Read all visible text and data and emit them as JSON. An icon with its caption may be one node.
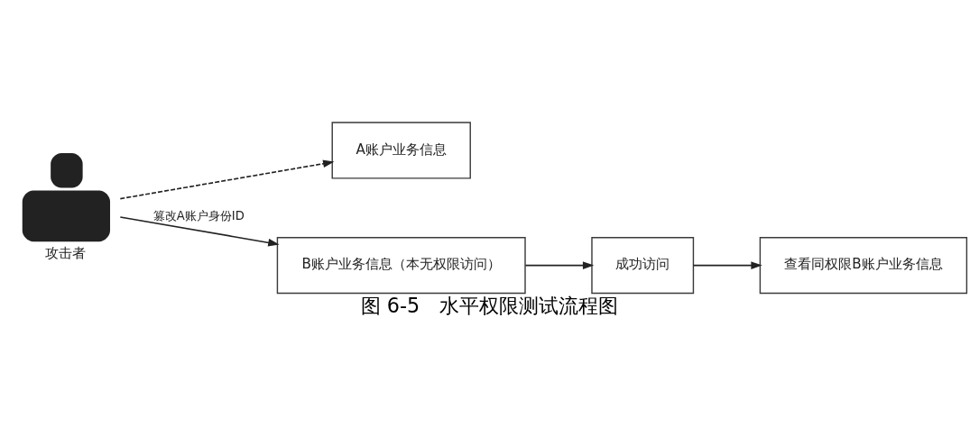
{
  "diagram": {
    "caption": "图 6-5　水平权限测试流程图",
    "nodes": [
      {
        "text": [],
        "shape": "person",
        "beside": [
          "攻击者"
        ]
      },
      {
        "text": [
          "A账户业务信息"
        ]
      },
      {
        "text": [
          "B账户业务信息（本无权限访问）"
        ]
      },
      {
        "text": [
          "成功访问"
        ]
      },
      {
        "text": [
          "查看同权限B账户业务信息"
        ]
      }
    ],
    "edges": [
      {
        "from": 0,
        "to": 1,
        "arrow": "to",
        "style": "dashed"
      },
      {
        "from": 0,
        "to": 2,
        "arrow": "to",
        "label": "篡改A账户身份ID"
      },
      {
        "from": 2,
        "to": 3,
        "arrow": "to"
      },
      {
        "from": 3,
        "to": 4,
        "arrow": "to"
      }
    ]
  }
}
